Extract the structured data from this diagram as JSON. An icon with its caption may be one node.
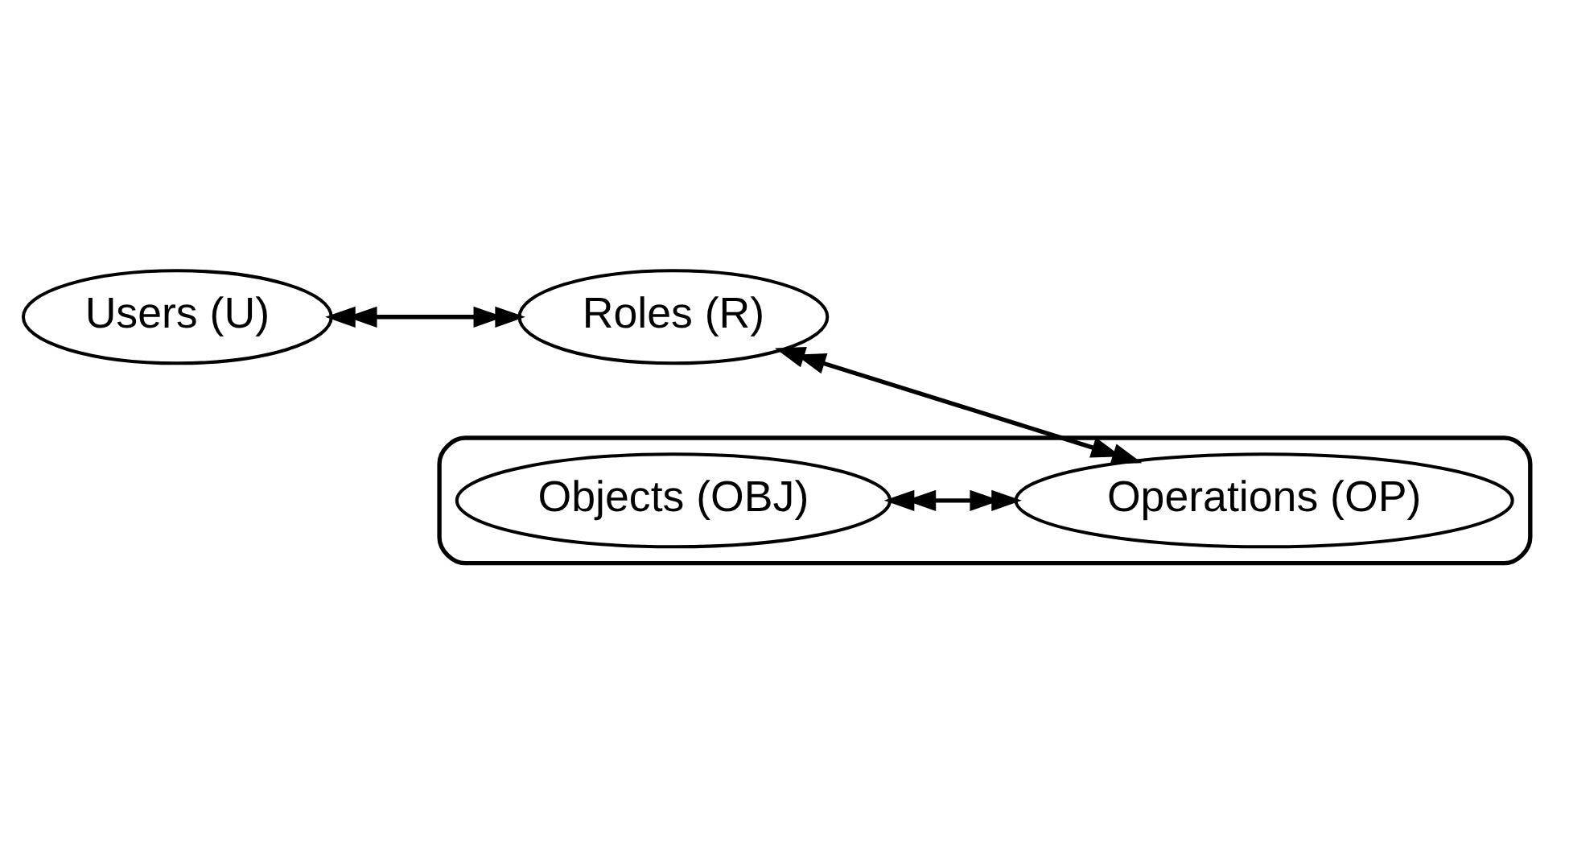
{
  "diagram": {
    "nodes": [
      {
        "text": [
          "Users (U)"
        ]
      },
      {
        "text": [
          "Roles (R)"
        ]
      },
      {
        "text": [],
        "shape": "ellipse"
      },
      {
        "text": [
          "Objects (OBJ)"
        ],
        "in": 2
      },
      {
        "text": [
          "Operations (OP)"
        ],
        "in": 2
      }
    ],
    "edges": [
      {
        "from": 0,
        "to": 1,
        "arrow": "both"
      },
      {
        "from": 1,
        "to": 4,
        "arrow": "both"
      },
      {
        "from": 3,
        "to": 4,
        "arrow": "both"
      }
    ]
  }
}
